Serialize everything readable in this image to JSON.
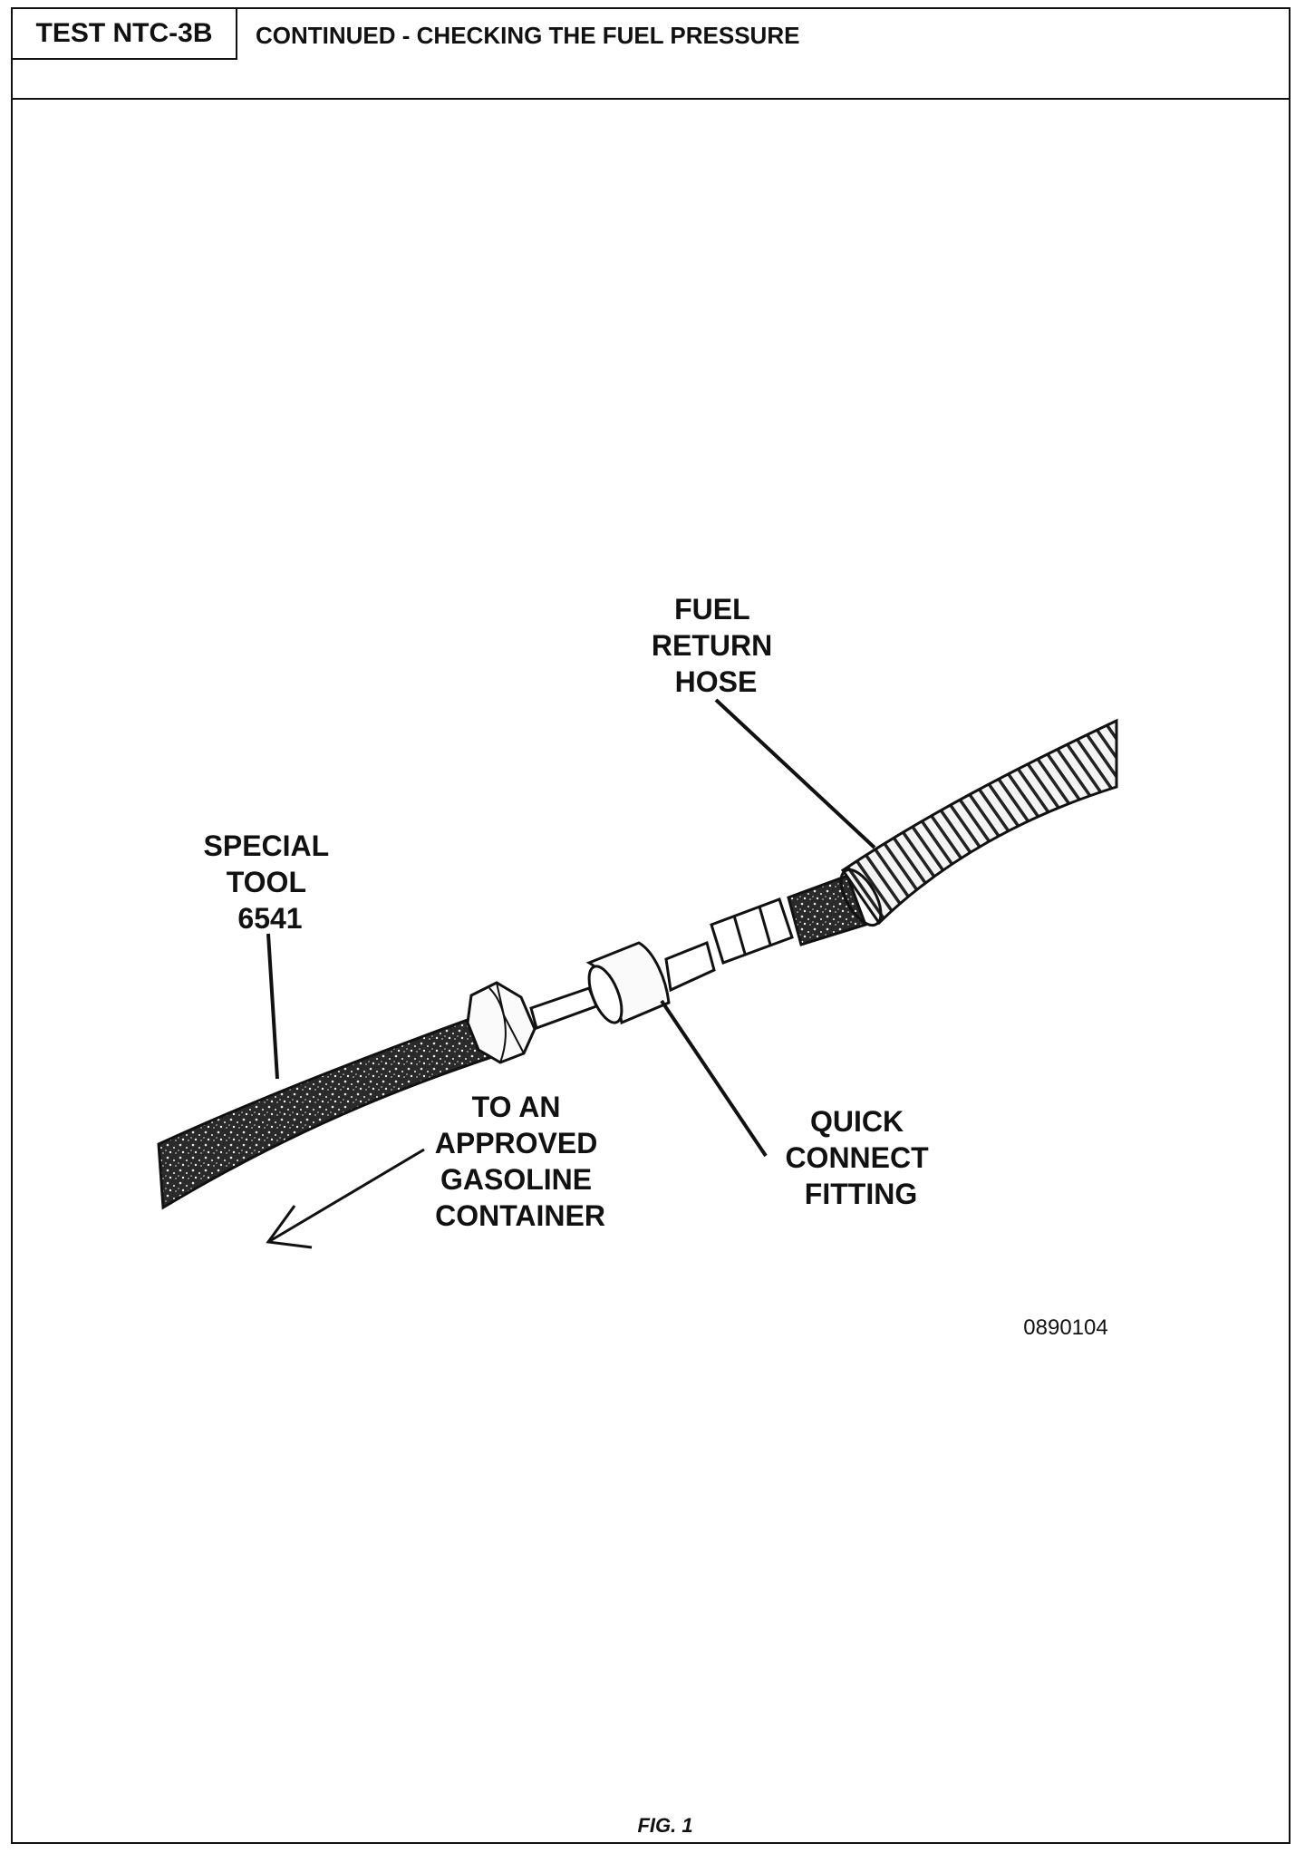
{
  "header": {
    "test_id": "TEST NTC-3B",
    "title": "CONTINUED - CHECKING THE FUEL PRESSURE"
  },
  "figure": {
    "labels": {
      "fuel_return_hose": [
        "FUEL",
        "RETURN",
        "HOSE"
      ],
      "special_tool": [
        "SPECIAL",
        "TOOL",
        "6541"
      ],
      "container": [
        "TO AN",
        "APPROVED",
        "GASOLINE",
        "CONTAINER"
      ],
      "quick_connect": [
        "QUICK",
        "CONNECT",
        "FITTING"
      ]
    },
    "code": "0890104",
    "caption": "FIG. 1"
  }
}
